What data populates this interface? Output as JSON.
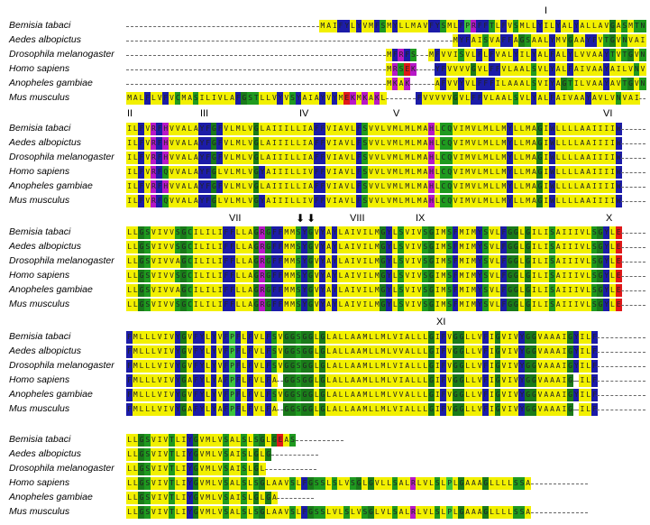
{
  "species": [
    "Bemisia tabaci",
    "Aedes albopictus",
    "Drosophila melanogaster",
    "Homo sapiens",
    "Anopheles gambiae",
    "Mus musculus"
  ],
  "markers": [
    {
      "label": "I",
      "block": 0
    },
    {
      "label": "II",
      "block": 1
    },
    {
      "label": "III",
      "block": 1
    },
    {
      "label": "IV",
      "block": 1
    },
    {
      "label": "V",
      "block": 1
    },
    {
      "label": "VI",
      "block": 1
    },
    {
      "label": "VII",
      "block": 2
    },
    {
      "label": "VIII",
      "block": 2
    },
    {
      "label": "IX",
      "block": 2
    },
    {
      "label": "X",
      "block": 2
    },
    {
      "label": "XI",
      "block": 3
    }
  ],
  "arrows": [
    {
      "symbol": "⬇",
      "block": 2
    },
    {
      "symbol": "⬇",
      "block": 2
    }
  ],
  "palette": {
    "hydrophobic": "#f2f000",
    "aromatic_large": "#1c1ca8",
    "polar": "#1f9a1f",
    "acidic": "#e01818",
    "basic": "#b818c8",
    "glycine_proline": "#1a7a1a",
    "alt_green": "#3cc43c",
    "cyan": "#28a8c0",
    "gap_line": "#666666"
  },
  "alignment_blocks": [
    {
      "rows": [
        "--------------------------------MAIFYLYVMFSMYLLMAVFYSMLFPRFFTLFVSMLLYILYALYALLAVGASMTNVAI",
        "------------------------------------------------------MYFAISVAFFAGSAALYMVGAAYFVTGVNVAI",
        "-------------------------------------------MFRFS--MFVVISVLFLFVALYILYALFALYLVVAAYTVTGVNVAI",
        "-------------------------------------------MRSEK---YFVVVVGVLFFVLAALSVLYALFAIVAAYAILVNVAI",
        "-------------------------------------------MKAK----AFVVYVLFFFILAAALSVIYAGTILVAAYAVTGVNVAI",
        "MALFLVFVCMASILIVLAFGSTLLVYVSYAIAYVYMEKMKAKL-----FVVVVVGVLFFVLAALSVLYALFAIVAAYAVLVNVAI"
      ]
    },
    {
      "rows": [
        "ILFVRFHVVALAYFGFVLMLVGLAIIILLIAFFVIAVLFSVVLVMLMLMAHLCQVIMVLMLLMYLLMAGIWLLLLAAIIIIW",
        "ILFVRFHVVALAYFGFVLMLVGLAIIILLIAFFVIAVLFSVVLVMLMLMAHLCQVIMVLMLLMYLLMAGIWLLLLAAIIIIW",
        "ILFVRFHVVALAYFGFVLMLVGLAIIILLIAFFVIAVLFSVVLVMLMLMAHLCQVIMVLMLLMYLLMAGIWLLLLAAIIIIW",
        "ILFVRFQVVALAYFGLVLMLVGYAIIILLIVFFVIAVLFSVVLVMLMLMAHLCQVIMVLMLLMYLLMAGIWLLLLAAIIIIW",
        "ILFVRFHVVALAYFGFVLMLVGLAIIILLIAFFVIAVLFSVVLVMLMLMAHLCQVIMVLMLLMYLLMAGIWLLLLAAIIIIW",
        "ILFVRFQVVALAYFGLVLMLVGYAIIILLIVFFVIAVLFSVVLVMLMLMAHLCQVIMVLMLLMYLLMAGIWLLLLAAIIIIW"
      ]
    },
    {
      "rows": [
        "LLGSVIVVSGCILILIFFLLAGRGFFMMSYGVYAYLAIVILMGYLSVIVSGIMSFMIMYSVLFGGLGILISAIIIVLSGYLE",
        "LLGSVIVVSGCILILIFFLLAGRGFFMMSYGVYAYLAIVILMGYLSVIVSGIMSFMIMYSVLFGGLGILISAIIIVLSGYLE",
        "LLGSVIVVAGCILILIFFLLAGRGFFMMSYGVYAYLAIVILMGYLSVIVSGIMSFMIMYSVLFGGLGILISAIIIVLSGYLE",
        "LLGSVIVVSGCILILIFFLLAGRGFFMMSYGVYAYLAIVILMGYLSVIVSGIMSFMIMYSVLFGGLGILISAIIIVLSGYLE",
        "LLGSVIVVAGCILILIFFLLAGRGFFMMSYGVYAYLAIVILMGYLSVIVSGIMSFMIMYSVLFGGLGILISAIIIVLSGYLE",
        "LLGSVIVVSGCILILIFFLLAGRGFFMMSYGVYAYLAIVILMGYLSVIVSGIMSFMIMYSVLFGGLGILISAIIIVLSGYLE"
      ]
    },
    {
      "rows": [
        "FMLLLVIVYGVFYLYVFPFLFVLFSVGGSGGLGLALLAAMLLMLVIALLLGIFVGGLLVFIGVIVYGGVAAAIGYILF",
        "FMLLLVIVYGVFYLYVFPFLFVLFSVGGSGGLGLALLAAMLLMLVVALLLGIFVGGLLVFIGVIVYGGVAAAIGYILF",
        "FMLLLVIVYGVFYLYVFPFLFVLFSVGGSGGLGLALLAAMLLMLVIALLLGIFVGGLLVFIGVIVYGGVAAAIGYILF",
        "FMLLLVIVYGAFYLYAFPFLFVLFA-GGSGGLGLALLAAMLLMLVIALLLGIFVGGLLVFIGVIVYGGVAAAIG-ILF",
        "FMLLLVIVYGVFYLYVFPFLFVLFSVGGSGGLGLALLAAMLLMLVVALLLGIFVGGLLVFIGVIVYGGVAAAIGYILF",
        "FMLLLVIVYGAFYLYAFPFLFVLFA-GGSGGLGLALLAAMLLMLVIALLLGIFVGGLLVFIGVIVYGGVAAAIG-ILF"
      ]
    },
    {
      "rows": [
        "LLGSVIVTLIYGVMLVSALSLSGLGEAS---------------------------------------------------",
        "LLGSVIVTLIYGVMLVSAISLGLG-----------------------------------------------------------",
        "LLGSVIVTLIYGVMLVSAISLGL-----------------------------------------------------------",
        "LLGSVIVTLIYGVMLVSALSLSGLAAVSLFGSSLSLVSGLGVLLSALRLVLSLPLGAAAGLLLLSSA",
        "LLGSVIVTLIYGVMLVSAISLGLGA-----------------------------------------------------------",
        "LLGSVIVTLIYGVMLVSALSLSGLAAVSLFGSSLVLSLVSGLVLSALRLVLSLPLGAAAGLLLLSSA"
      ]
    }
  ]
}
